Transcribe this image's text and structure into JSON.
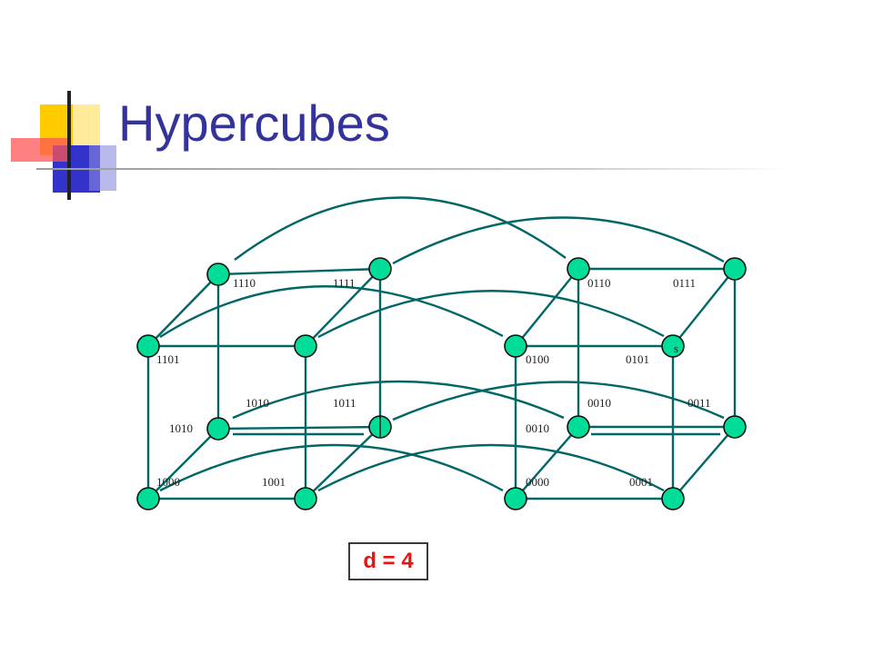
{
  "slide": {
    "title": "Hypercubes",
    "dimension_label": "d = 4",
    "colors": {
      "title": "#333399",
      "node_fill": "#00dd99",
      "edge": "#006666",
      "dimension_text": "#ee1111"
    }
  },
  "diagram": {
    "node_labels": [
      "1110",
      "1111",
      "0110",
      "0111",
      "1101",
      "0100",
      "0101",
      "1010",
      "1011",
      "0010",
      "0011",
      "1010",
      "0010",
      "1000",
      "1001",
      "0000",
      "0001"
    ],
    "source_marker": "s"
  }
}
